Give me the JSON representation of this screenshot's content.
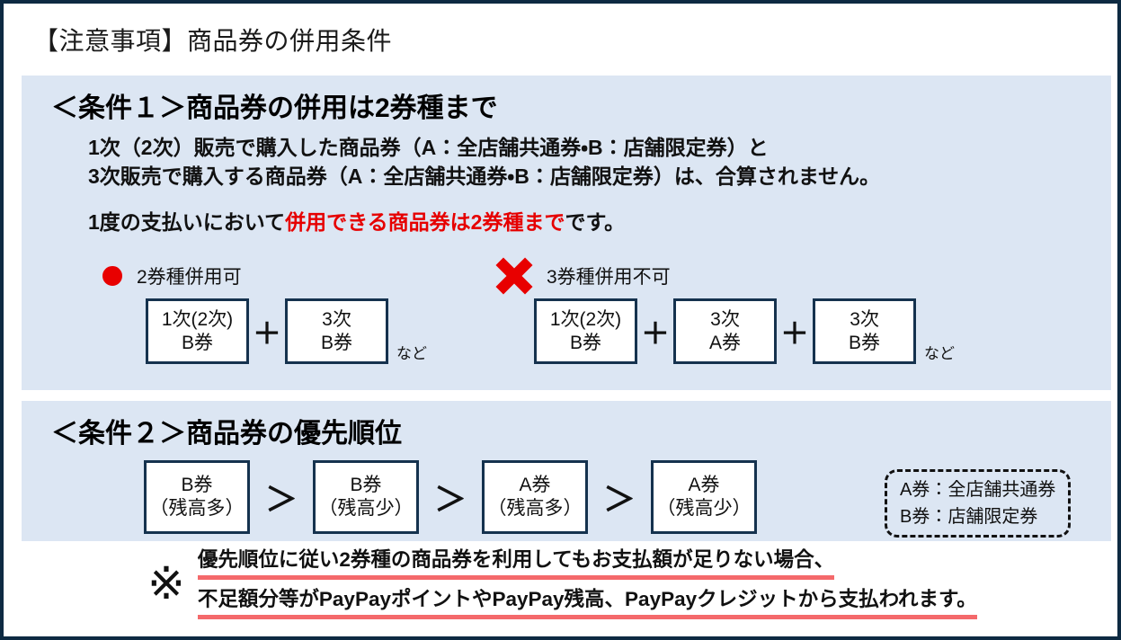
{
  "title": "【注意事項】商品券の併用条件",
  "section1": {
    "heading": "＜条件１＞商品券の併用は2券種まで",
    "body_line1": "1次（2次）販売で購入した商品券（A：全店舗共通券・B：店舗限定券）と",
    "body_line2": "3次販売で購入する商品券（A：全店舗共通券・B：店舗限定券）は、合算されません。",
    "rule_prefix": "1度の支払いにおいて",
    "rule_highlight": "併用できる商品券は2券種まで",
    "rule_suffix": "です。",
    "plus_sign": "＋",
    "etc_label": "など",
    "ok_example": {
      "label": "2券種併用可",
      "tickets": [
        {
          "line1": "1次(2次)",
          "line2": "B券"
        },
        {
          "line1": "3次",
          "line2": "B券"
        }
      ]
    },
    "ng_example": {
      "label": "3券種併用不可",
      "tickets": [
        {
          "line1": "1次(2次)",
          "line2": "B券"
        },
        {
          "line1": "3次",
          "line2": "A券"
        },
        {
          "line1": "3次",
          "line2": "B券"
        }
      ]
    }
  },
  "section2": {
    "heading": "＜条件２＞商品券の優先順位",
    "separator": "＞",
    "priority_boxes": [
      {
        "line1": "B券",
        "line2": "（残高多）"
      },
      {
        "line1": "B券",
        "line2": "（残高少）"
      },
      {
        "line1": "A券",
        "line2": "（残高多）"
      },
      {
        "line1": "A券",
        "line2": "（残高少）"
      }
    ],
    "legend": {
      "line1": "A券：全店舗共通券",
      "line2": "B券：店舗限定券"
    }
  },
  "note": {
    "marker": "※",
    "line1": "優先順位に従い2券種の商品券を利用してもお支払額が足りない場合、",
    "line2": "不足額分等がPayPayポイントやPayPay残高、PayPayクレジットから支払われます。"
  },
  "colors": {
    "panel_blue": "#dce6f3",
    "border_navy": "#0d2a42",
    "box_border_navy": "#15324e",
    "accent_red": "#e80000",
    "highlight_text_red": "#e60000",
    "underline_coral": "#f4696b"
  }
}
